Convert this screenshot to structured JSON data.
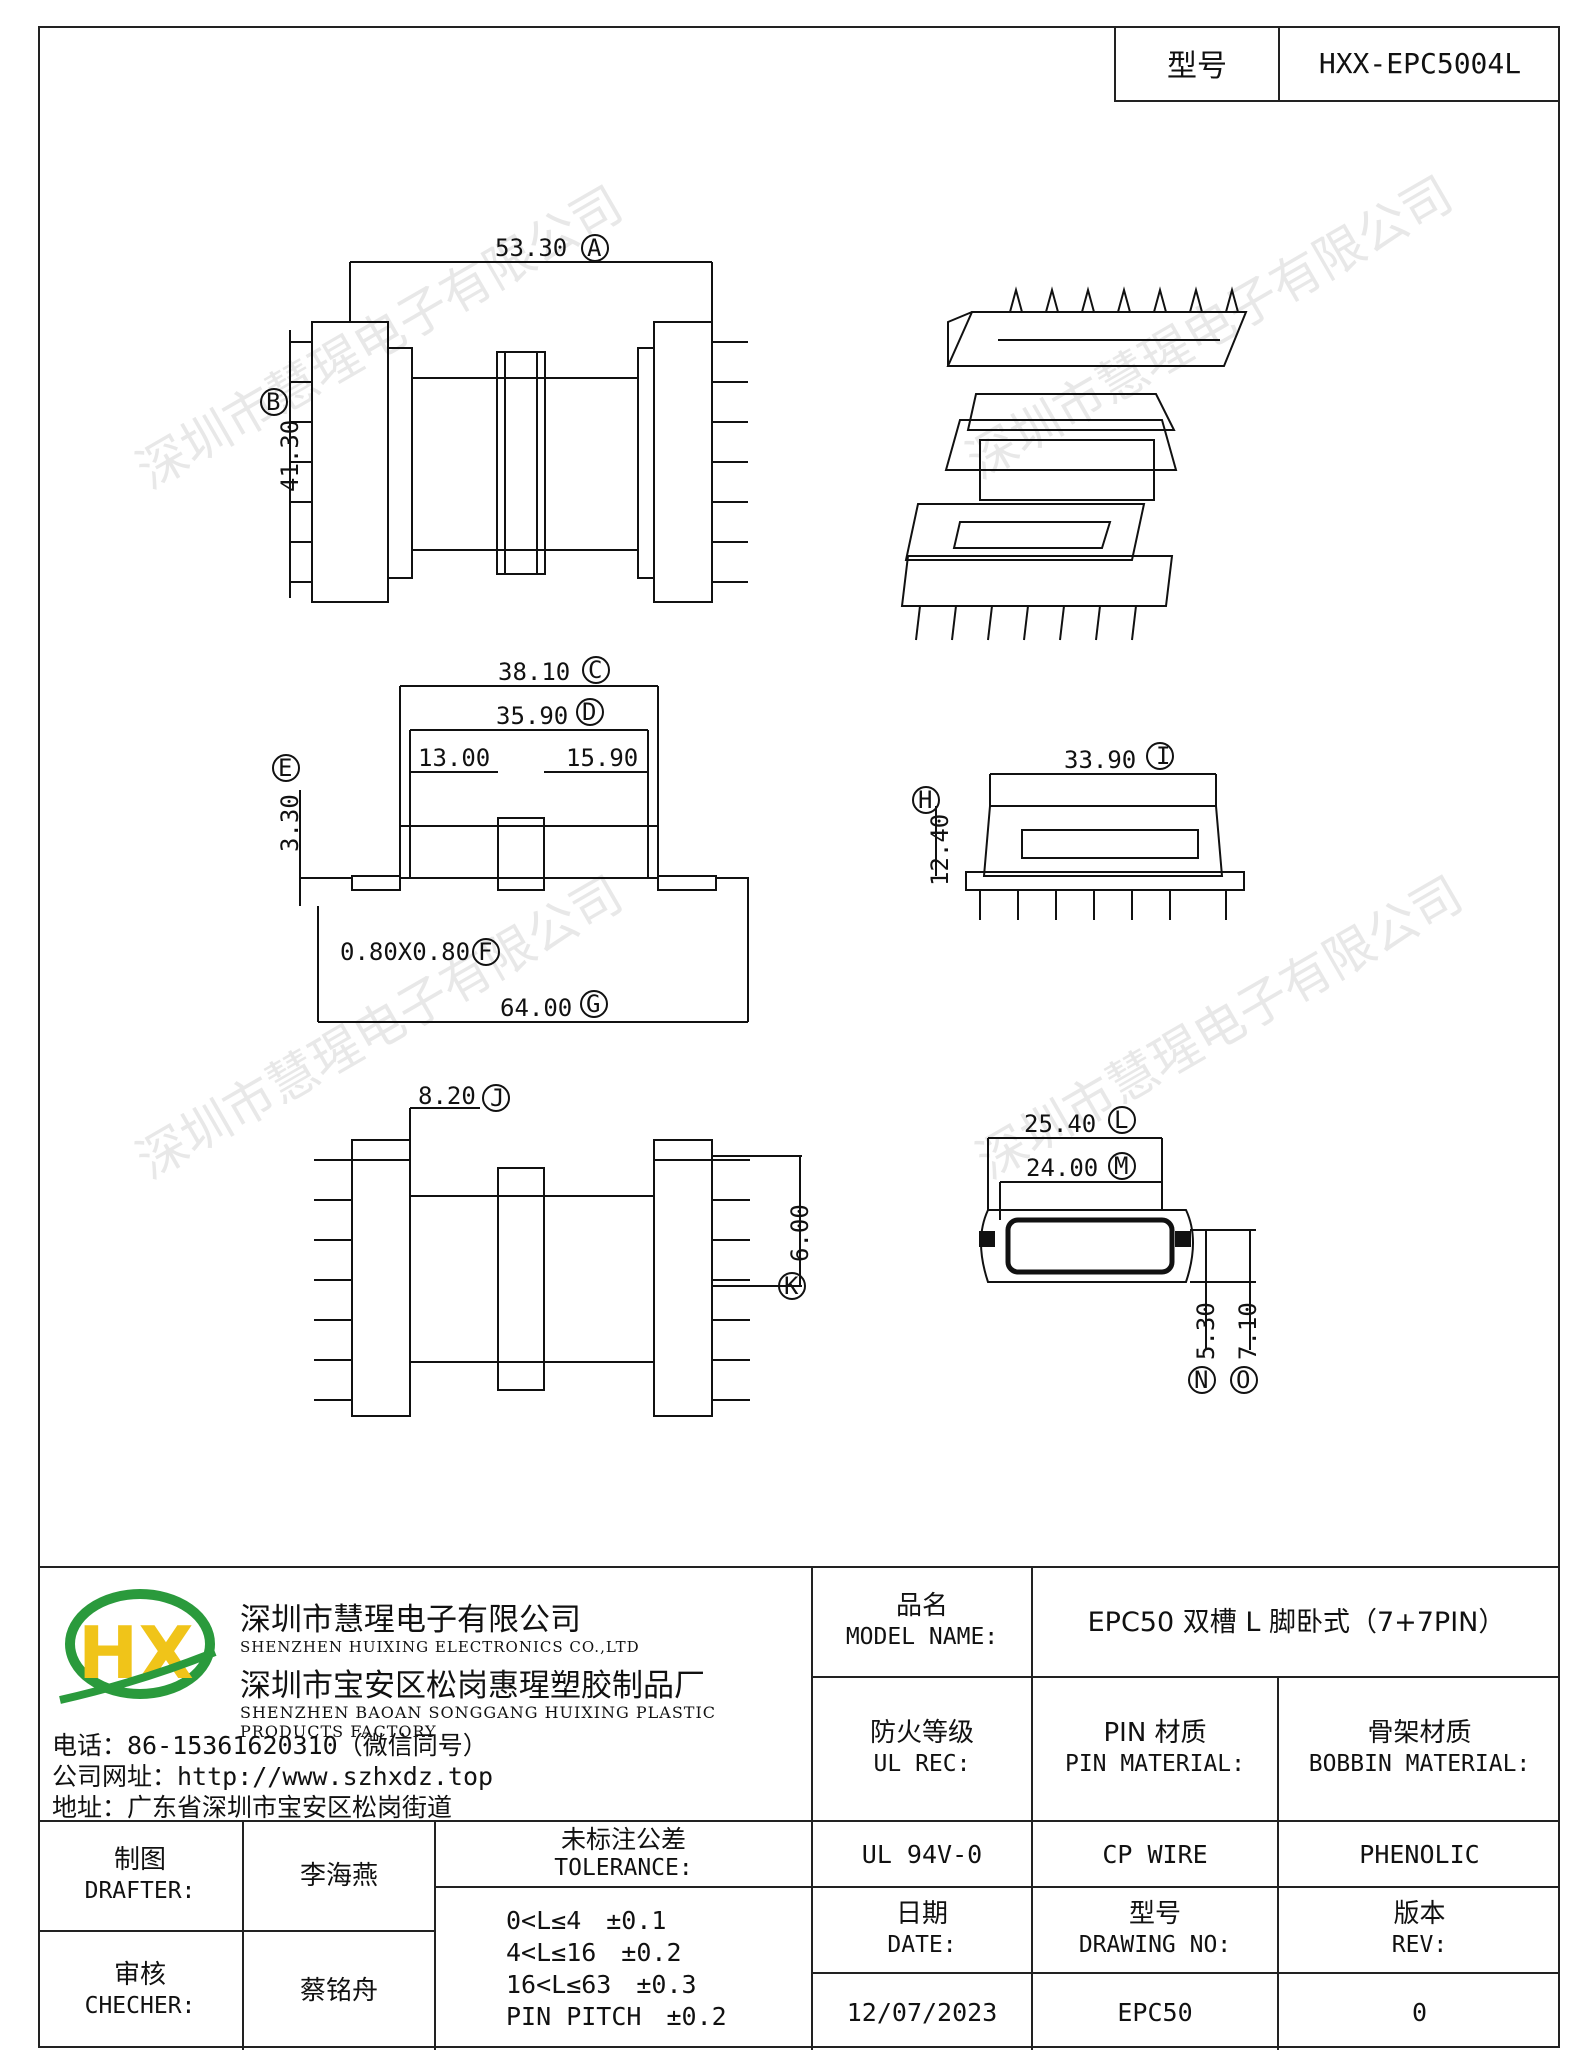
{
  "header": {
    "model_label": "型号",
    "model_value": "HXX-EPC5004L"
  },
  "dimensions": {
    "A": "53.30",
    "B": "41.30",
    "C": "38.10",
    "D": "35.90",
    "d1": "13.00",
    "d2": "15.90",
    "E": "3.30",
    "F": "0.80X0.80",
    "G": "64.00",
    "H": "12.40",
    "I": "33.90",
    "J": "8.20",
    "K": "6.00",
    "L": "25.40",
    "M": "24.00",
    "N": "5.30",
    "O": "7.10"
  },
  "watermark": "深圳市慧瑆电子有限公司",
  "company": {
    "logo_letters": "HX",
    "name_cn_1": "深圳市慧瑆电子有限公司",
    "name_en_1": "SHENZHEN HUIXING ELECTRONICS CO.,LTD",
    "name_cn_2": "深圳市宝安区松岗惠瑆塑胶制品厂",
    "name_en_2": "SHENZHEN BAOAN SONGGANG HUIXING PLASTIC PRODUCTS FACTORY",
    "phone": "电话：86-15361620310（微信同号）",
    "website": "公司网址：http://www.szhxdz.top",
    "address": "地址：广东省深圳市宝安区松岗街道"
  },
  "title_block": {
    "model_name_cn": "品名",
    "model_name_en": "MODEL NAME:",
    "model_name_value": "EPC50 双槽 L 脚卧式（7+7PIN）",
    "ul_cn": "防火等级",
    "ul_en": "UL REC:",
    "ul_value": "UL 94V-0",
    "pin_cn": "PIN 材质",
    "pin_en": "PIN MATERIAL:",
    "pin_value": "CP WIRE",
    "bobbin_cn": "骨架材质",
    "bobbin_en": "BOBBIN MATERIAL:",
    "bobbin_value": "PHENOLIC",
    "drafter_cn": "制图",
    "drafter_en": "DRAFTER:",
    "drafter_value": "李海燕",
    "checker_cn": "审核",
    "checker_en": "CHECHER:",
    "checker_value": "蔡铭舟",
    "tol_cn": "未标注公差",
    "tol_en": "TOLERANCE:",
    "tol_lines": [
      "0<L≤4　±0.1",
      "4<L≤16　±0.2",
      "16<L≤63　±0.3",
      "PIN PITCH　±0.2"
    ],
    "date_cn": "日期",
    "date_en": "DATE:",
    "date_value": "12/07/2023",
    "drawing_cn": "型号",
    "drawing_en": "DRAWING NO:",
    "drawing_value": "EPC50",
    "rev_cn": "版本",
    "rev_en": "REV:",
    "rev_value": "0"
  }
}
